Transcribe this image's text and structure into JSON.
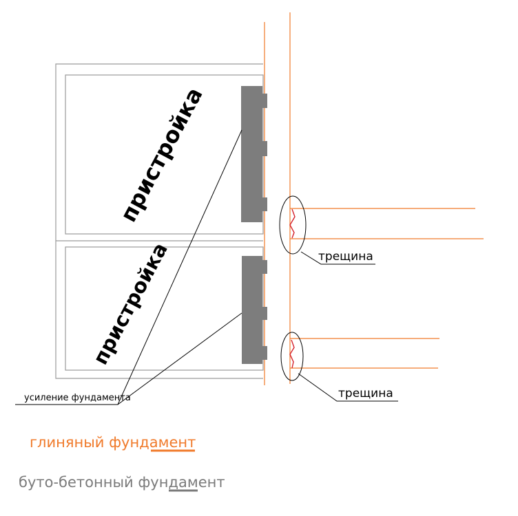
{
  "labels": {
    "annex_top": "пристройка",
    "annex_bottom": "пристройка",
    "crack_top": "трещина",
    "crack_bottom": "трещина",
    "reinforcement": "усиление фундамента"
  },
  "legend": {
    "clay_foundation": "глиняный фундамент",
    "rubble_concrete_foundation": "буто-бетонный фундамент"
  },
  "colors": {
    "clay": "#f07a2a",
    "rubble_concrete": "#7a7a7a",
    "reinforcement_fill": "#7d7d7d",
    "outline": "#9a9a9a",
    "crack": "#d4202a",
    "ink": "#000000"
  }
}
